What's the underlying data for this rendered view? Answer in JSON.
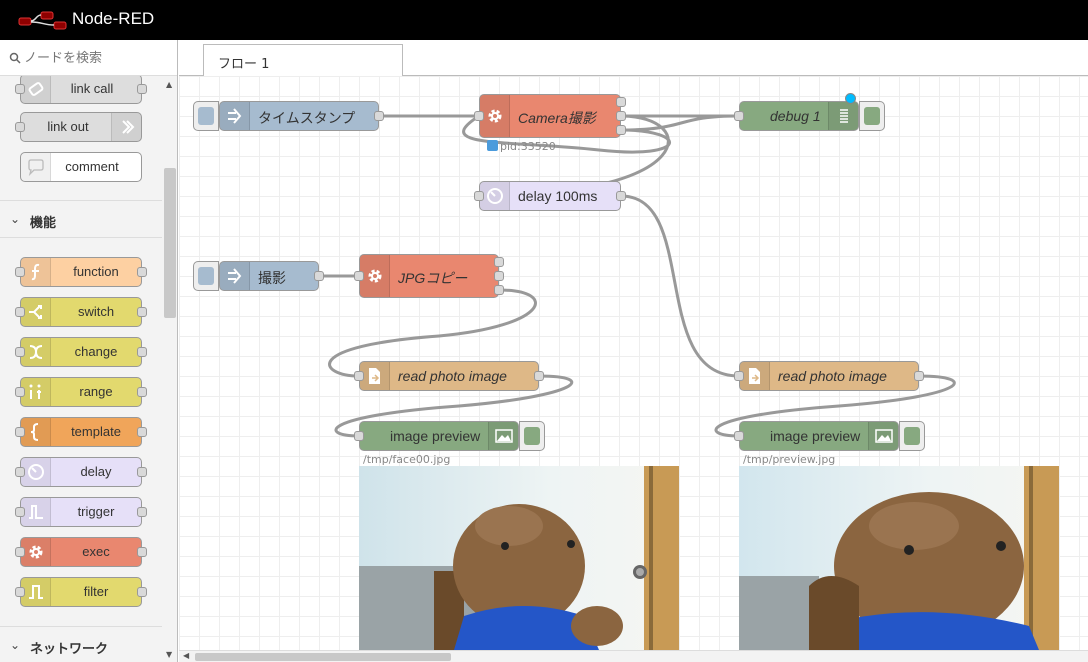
{
  "app": {
    "title": "Node-RED"
  },
  "palette": {
    "search_placeholder": "ノードを検索",
    "top_nodes": [
      {
        "label": "link call",
        "color": "#dddddd"
      },
      {
        "label": "link out",
        "color": "#dddddd"
      },
      {
        "label": "comment",
        "color": "#ffffff"
      }
    ],
    "category_function": "機能",
    "function_nodes": [
      {
        "label": "function",
        "color": "#fdd0a2",
        "icon": "function-icon"
      },
      {
        "label": "switch",
        "color": "#e2d96e",
        "icon": "switch-icon"
      },
      {
        "label": "change",
        "color": "#e2d96e",
        "icon": "change-icon"
      },
      {
        "label": "range",
        "color": "#e2d96e",
        "icon": "range-icon"
      },
      {
        "label": "template",
        "color": "#f0a55a",
        "icon": "template-icon"
      },
      {
        "label": "delay",
        "color": "#e6e0f8",
        "icon": "timer-icon"
      },
      {
        "label": "trigger",
        "color": "#e6e0f8",
        "icon": "trigger-icon"
      },
      {
        "label": "exec",
        "color": "#e9876f",
        "icon": "gear-icon"
      },
      {
        "label": "filter",
        "color": "#e2d96e",
        "icon": "filter-icon"
      }
    ],
    "category_network": "ネットワーク"
  },
  "tabs": [
    {
      "label": "フロー 1"
    }
  ],
  "flow": {
    "inject1": {
      "label": "タイムスタンプ",
      "color": "#a6bbcf"
    },
    "camera": {
      "label": "Camera撮影",
      "color": "#e9876f",
      "status": "pid:33520"
    },
    "debug": {
      "label": "debug 1",
      "color": "#87a980"
    },
    "delay": {
      "label": "delay 100ms",
      "color": "#e6e0f8"
    },
    "inject2": {
      "label": "撮影",
      "color": "#a6bbcf"
    },
    "jpgcopy": {
      "label": "JPGコピー",
      "color": "#e9876f"
    },
    "read1": {
      "label": "read photo image",
      "color": "#deb887"
    },
    "read2": {
      "label": "read photo image",
      "color": "#deb887"
    },
    "preview1": {
      "label": "image preview",
      "color": "#87a980",
      "path": "/tmp/face00.jpg"
    },
    "preview2": {
      "label": "image preview",
      "color": "#87a980",
      "path": "/tmp/preview.jpg"
    }
  },
  "colors": {
    "header_bg": "#000000",
    "wire": "#999999",
    "logo_red": "#8f0000"
  }
}
